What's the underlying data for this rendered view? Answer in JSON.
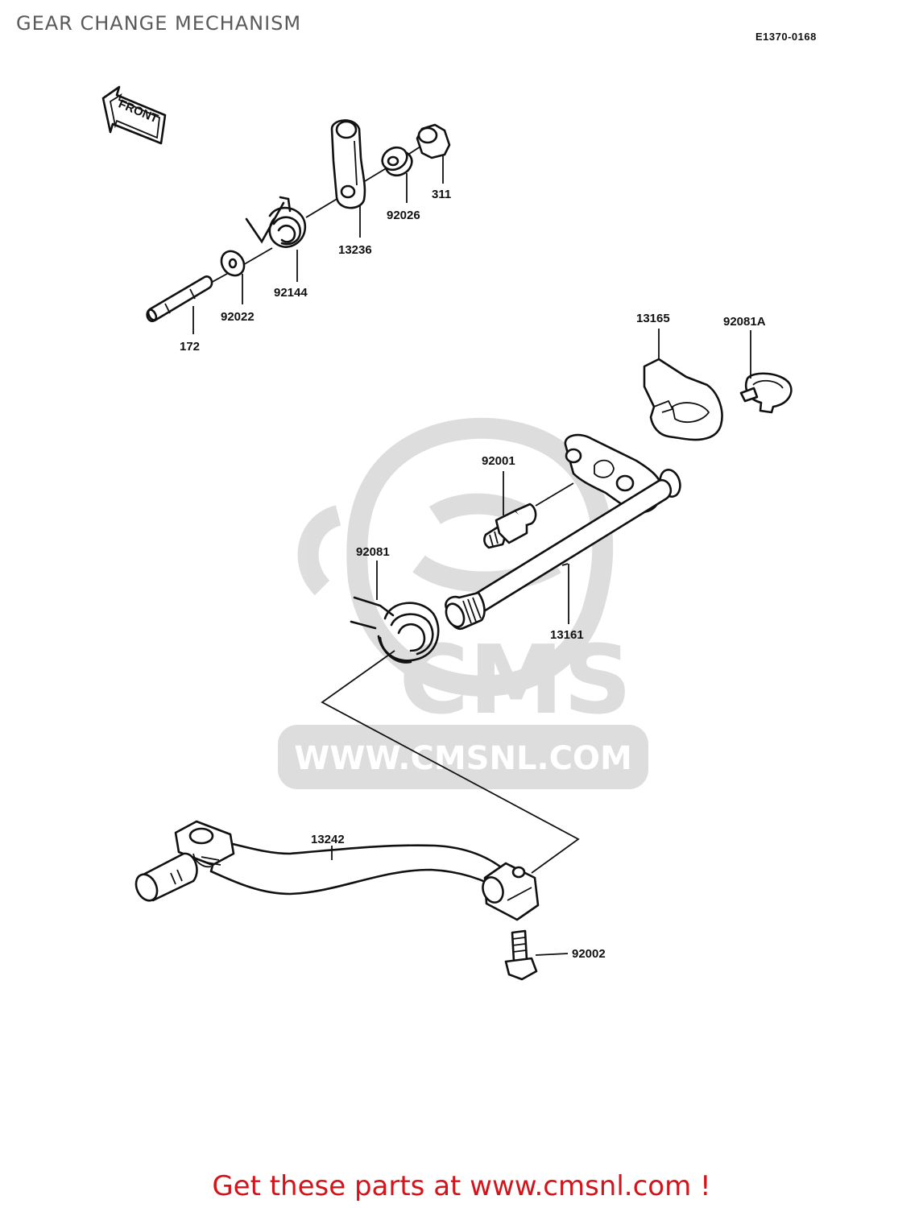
{
  "title": "GEAR CHANGE MECHANISM",
  "diagram_code": "E1370-0168",
  "front_arrow_label": "FRONT",
  "watermark": {
    "brand": "CMS",
    "url": "WWW.CMSNL.COM"
  },
  "parts": [
    {
      "number": "311"
    },
    {
      "number": "92026"
    },
    {
      "number": "13236"
    },
    {
      "number": "92144"
    },
    {
      "number": "92022"
    },
    {
      "number": "172"
    },
    {
      "number": "13165"
    },
    {
      "number": "92081A"
    },
    {
      "number": "92001"
    },
    {
      "number": "92081"
    },
    {
      "number": "13161"
    },
    {
      "number": "13242"
    },
    {
      "number": "92002"
    }
  ],
  "footer": "Get these parts at www.cmsnl.com !"
}
